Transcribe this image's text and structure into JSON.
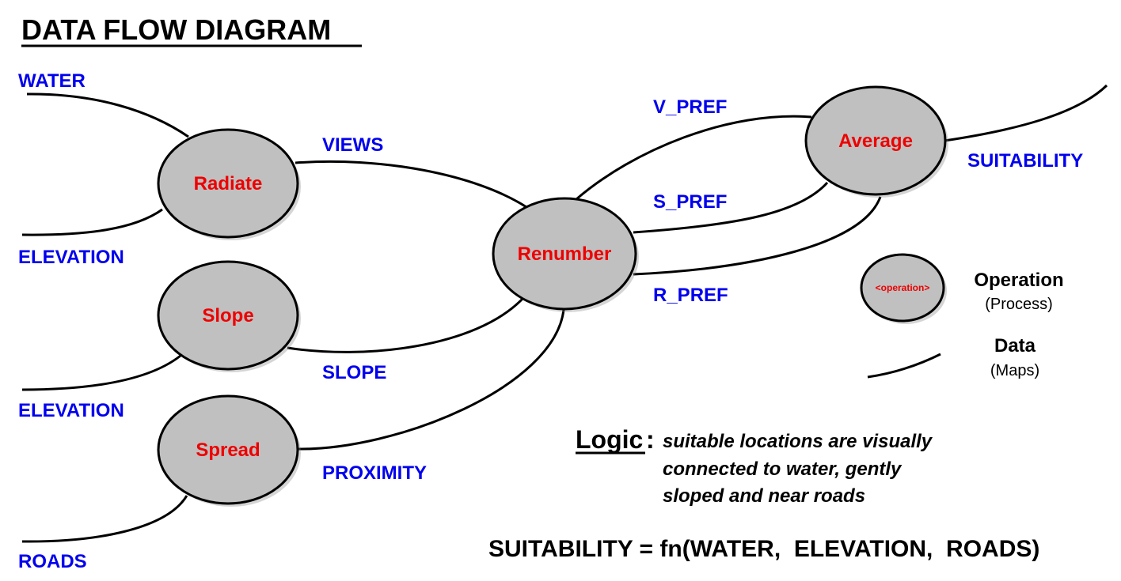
{
  "title": "DATA FLOW DIAGRAM",
  "colors": {
    "data_label": "#0000ee",
    "operation_label": "#ee0000",
    "node_fill": "#c0c0c0",
    "line": "#000000"
  },
  "operations": {
    "radiate": "Radiate",
    "slope": "Slope",
    "spread": "Spread",
    "renumber": "Renumber",
    "average": "Average"
  },
  "data_layers": {
    "water": "WATER",
    "elevation_1": "ELEVATION",
    "elevation_2": "ELEVATION",
    "roads": "ROADS",
    "views": "VIEWS",
    "slope": "SLOPE",
    "proximity": "PROXIMITY",
    "v_pref": "V_PREF",
    "s_pref": "S_PREF",
    "r_pref": "R_PREF",
    "suitability": "SUITABILITY"
  },
  "legend": {
    "operation_placeholder": "<operation>",
    "operation_title": "Operation",
    "operation_sub": "(Process)",
    "data_title": "Data",
    "data_sub": "(Maps)"
  },
  "logic": {
    "heading": "Logic",
    "colon": ":",
    "lines": [
      "suitable locations are visually",
      "connected to water, gently",
      "sloped and near roads"
    ]
  },
  "formula": "SUITABILITY = fn(WATER,  ELEVATION,  ROADS)"
}
